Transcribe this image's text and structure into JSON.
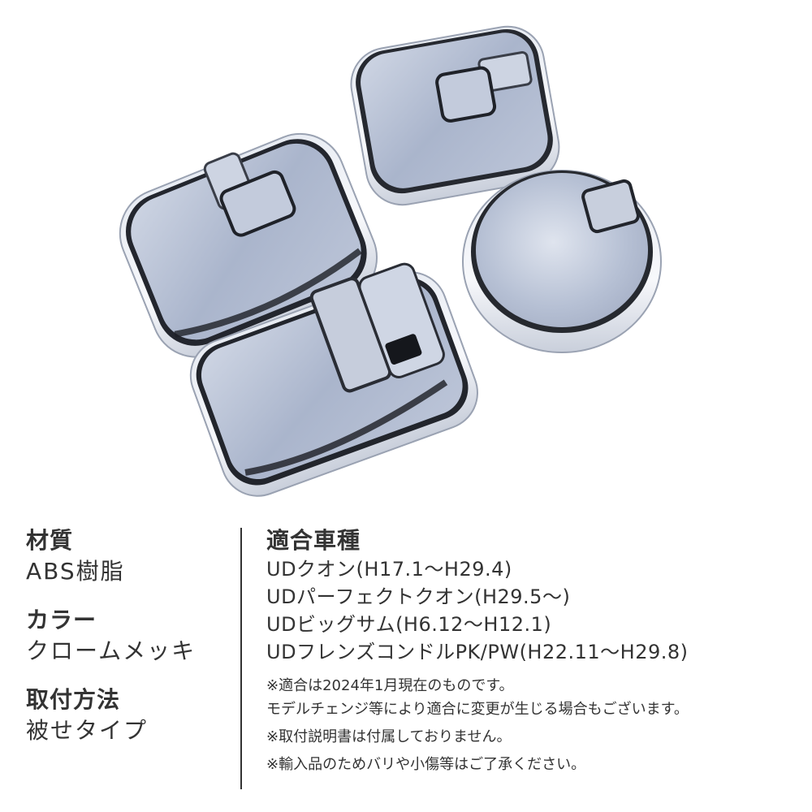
{
  "product_photo": {
    "description": "Four chrome-plated mirror covers on white background",
    "items": [
      {
        "name": "large-rectangular-mirror-cover-left"
      },
      {
        "name": "square-mirror-cover-top"
      },
      {
        "name": "round-mirror-cover-right"
      },
      {
        "name": "rectangular-mirror-cover-bottom"
      }
    ],
    "colors": {
      "chrome_face": "#b4bed4",
      "chrome_dark": "#2a2d36",
      "chrome_highlight": "#f4f6fa",
      "background": "#ffffff"
    }
  },
  "specs": {
    "material": {
      "label": "材質",
      "value": "ABS樹脂"
    },
    "color": {
      "label": "カラー",
      "value": "クロームメッキ"
    },
    "mounting": {
      "label": "取付方法",
      "value": "被せタイプ"
    }
  },
  "compatibility": {
    "label": "適合車種",
    "models": [
      "UDクオン(H17.1～H29.4)",
      "UDパーフェクトクオン(H29.5～)",
      "UDビッグサム(H6.12～H12.1)",
      "UDフレンズコンドルPK/PW(H22.11～H29.8)"
    ],
    "notes": [
      "※適合は2024年1月現在のものです。",
      "モデルチェンジ等により適合に変更が生じる場合もございます。",
      "※取付説明書は付属しておりません。",
      "※輸入品のためバリや小傷等はご了承ください。"
    ]
  },
  "colors": {
    "text": "#333333",
    "divider": "#333333",
    "background": "#ffffff"
  }
}
